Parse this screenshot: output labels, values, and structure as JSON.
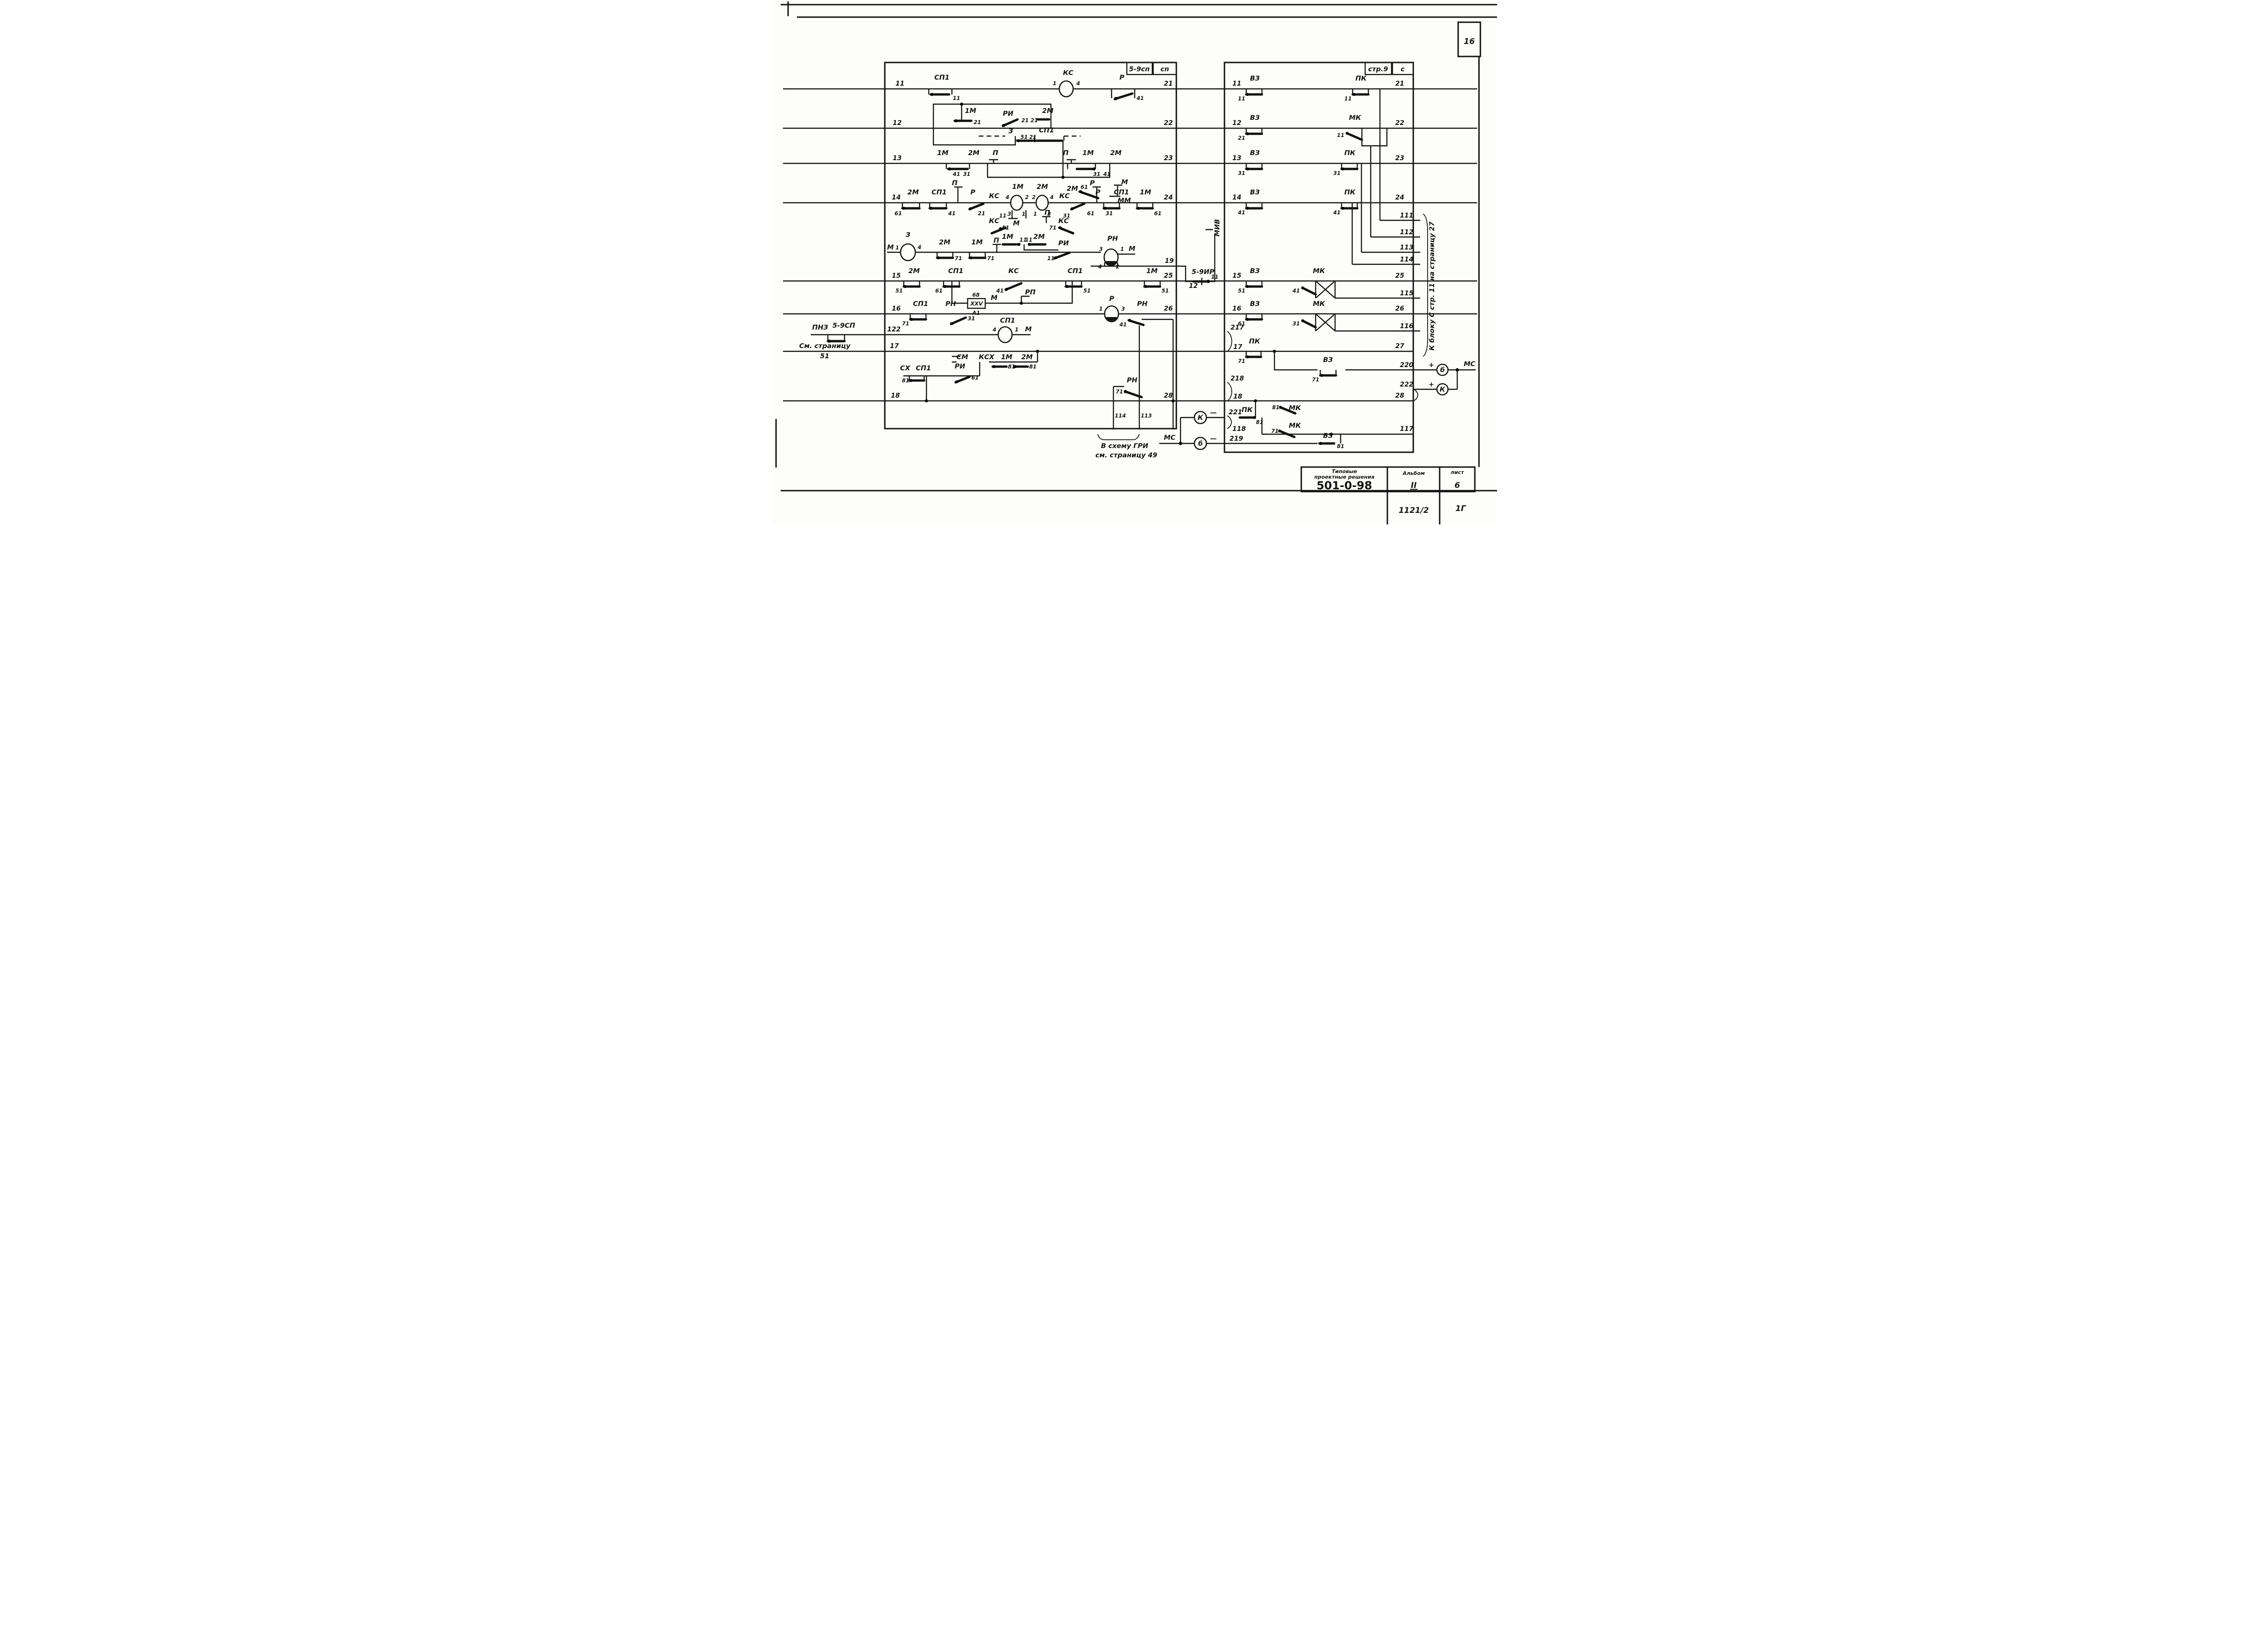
{
  "page_tag": "16",
  "tabs": {
    "left_a": "5-9сп",
    "left_b": "сп",
    "right_a": "стр.9",
    "right_b": "с"
  },
  "relay": {
    "sp1": "СП1",
    "kc": "КС",
    "r": "Р",
    "ri": "РИ",
    "rn": "РН",
    "z": "З",
    "m1": "1М",
    "m2": "2М",
    "p": "П",
    "mm": "ММ",
    "m": "М",
    "rp": "РП",
    "cm": "СМ",
    "kcx": "КСХ",
    "cx": "СХ",
    "vz": "ВЗ",
    "pk": "ПК",
    "mk": "МК",
    "pnz": "ПНЗ",
    "sp59": "5-9СП",
    "ir59": "5-9ИР",
    "miv": "МИВ",
    "mc": "МС",
    "k": "К",
    "b": "б"
  },
  "pin": {
    "p1": "1",
    "p2": "2",
    "p3": "3",
    "p4": "4",
    "p11": "11",
    "p12": "12",
    "p21": "21",
    "p31": "31",
    "p41": "41",
    "p51": "51",
    "p61": "61",
    "p71": "71",
    "p81": "81"
  },
  "wire": {
    "w11": "11",
    "w12": "12",
    "w13": "13",
    "w14": "14",
    "w15": "15",
    "w16": "16",
    "w17": "17",
    "w18": "18",
    "w19": "19",
    "w21": "21",
    "w22": "22",
    "w23": "23",
    "w24": "24",
    "w25": "25",
    "w26": "26",
    "w27": "27",
    "w28": "28",
    "w111": "111",
    "w112": "112",
    "w113": "113",
    "w114": "114",
    "w115": "115",
    "w116": "116",
    "w117": "117",
    "w118": "118",
    "w122": "122",
    "w217": "217",
    "w218": "218",
    "w219": "219",
    "w220": "220",
    "w221": "221",
    "w222": "222"
  },
  "sym": {
    "plus": "+",
    "minus": "—",
    "r68": "68",
    "xxv": "ХХV",
    "a1": "А1"
  },
  "note": {
    "see_page": "См. страницу",
    "see_page_num": "51",
    "gri_line1": "В схему ГРИ",
    "gri_line2": "см. страницу 49",
    "to_block": "К блоку С стр. 11 на страницу 27"
  },
  "title_block": {
    "org_line1": "Типовые",
    "org_line2": "проектные решения",
    "code": "501-0-98",
    "album_label": "Альбом",
    "album_value": "II",
    "sheet_label": "лист",
    "sheet_value": "6",
    "doc_number": "1121/2",
    "corner_mark": "1Г"
  }
}
